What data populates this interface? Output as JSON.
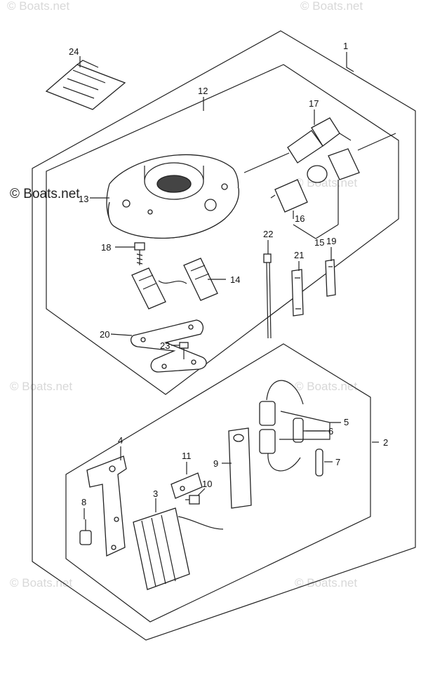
{
  "labels": {
    "p1": "1",
    "p2": "2",
    "p3": "3",
    "p4": "4",
    "p5": "5",
    "p6": "6",
    "p7": "7",
    "p8": "8",
    "p9": "9",
    "p10": "10",
    "p11": "11",
    "p12": "12",
    "p13": "13",
    "p14": "14",
    "p15": "15",
    "p16": "16",
    "p17": "17",
    "p18": "18",
    "p19": "19",
    "p20": "20",
    "p21": "21",
    "p22": "22",
    "p23": "23",
    "p24": "24"
  },
  "watermark": {
    "main": "© Boats.net",
    "faint": "© Boats.net"
  }
}
